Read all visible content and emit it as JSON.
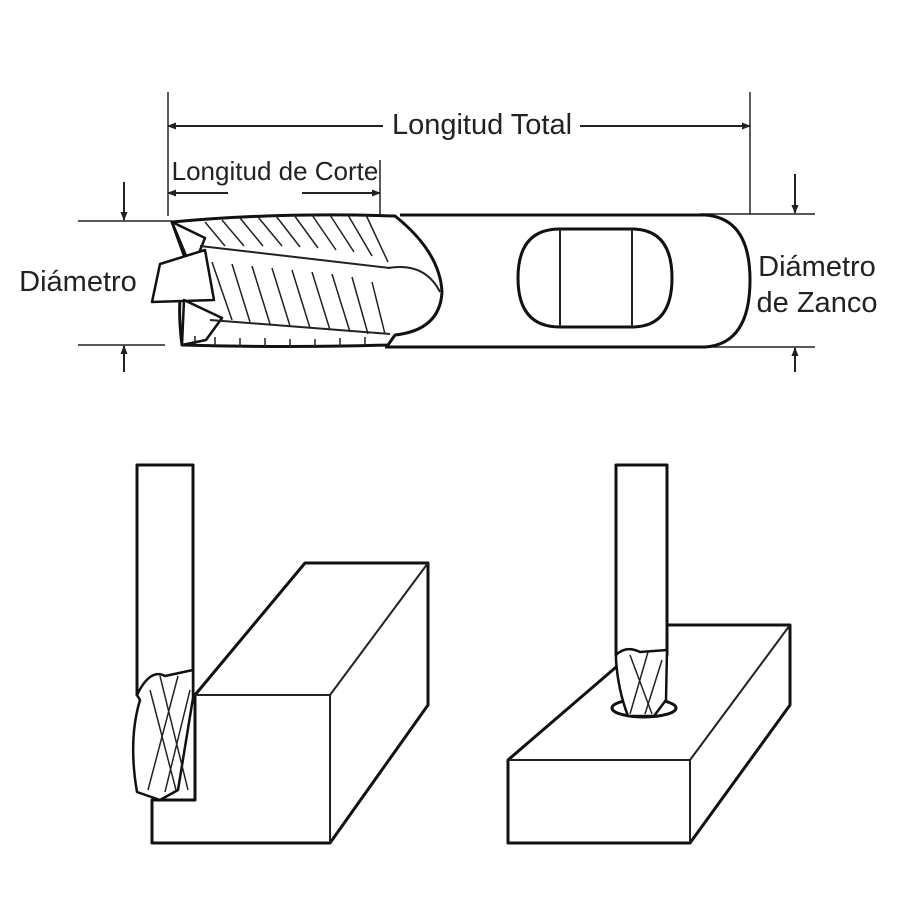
{
  "labels": {
    "overall_length": "Longitud Total",
    "cut_length": "Longitud de Corte",
    "diameter": "Diámetro",
    "shank_diameter_line1": "Diámetro",
    "shank_diameter_line2": "de Zanco"
  }
}
